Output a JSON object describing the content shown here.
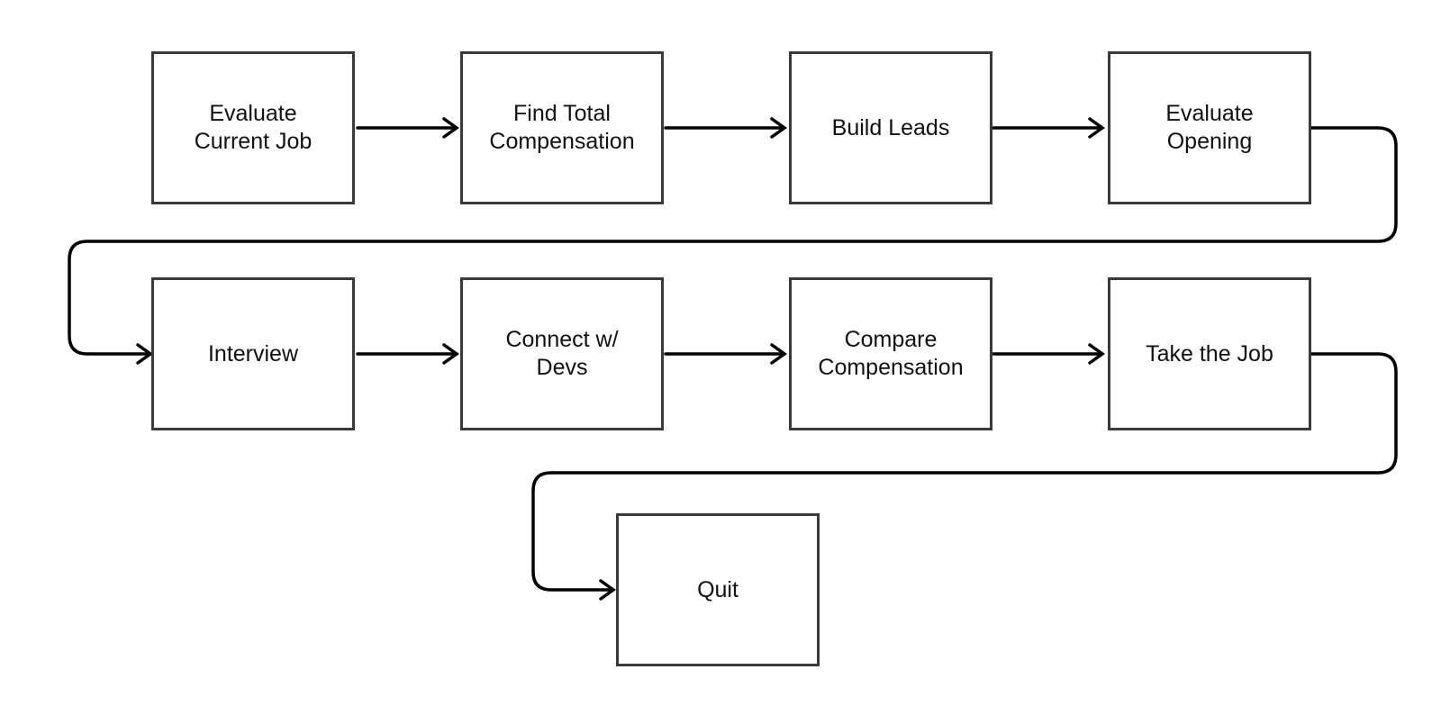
{
  "flowchart": {
    "steps": [
      {
        "id": "evaluate-current-job",
        "label": "Evaluate\nCurrent Job"
      },
      {
        "id": "find-total-compensation",
        "label": "Find Total\nCompensation"
      },
      {
        "id": "build-leads",
        "label": "Build Leads"
      },
      {
        "id": "evaluate-opening",
        "label": "Evaluate\nOpening"
      },
      {
        "id": "interview",
        "label": "Interview"
      },
      {
        "id": "connect-devs",
        "label": "Connect w/\nDevs"
      },
      {
        "id": "compare-compensation",
        "label": "Compare\nCompensation"
      },
      {
        "id": "take-the-job",
        "label": "Take the Job"
      },
      {
        "id": "quit",
        "label": "Quit"
      }
    ],
    "connections": [
      {
        "from": "evaluate-current-job",
        "to": "find-total-compensation"
      },
      {
        "from": "find-total-compensation",
        "to": "build-leads"
      },
      {
        "from": "build-leads",
        "to": "evaluate-opening"
      },
      {
        "from": "evaluate-opening",
        "to": "interview"
      },
      {
        "from": "interview",
        "to": "connect-devs"
      },
      {
        "from": "connect-devs",
        "to": "compare-compensation"
      },
      {
        "from": "compare-compensation",
        "to": "take-the-job"
      },
      {
        "from": "take-the-job",
        "to": "quit"
      }
    ],
    "colors": {
      "box_border": "#3a3a3a",
      "box_fill": "#ffffff",
      "text": "#111111",
      "connector": "#000000"
    }
  }
}
